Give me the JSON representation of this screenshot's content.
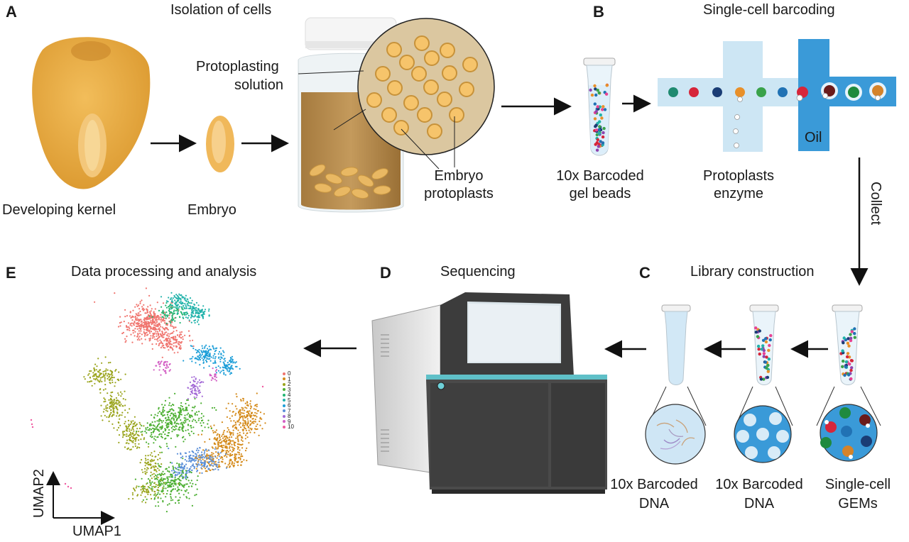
{
  "panels": {
    "a": "A",
    "b": "B",
    "c": "C",
    "d": "D",
    "e": "E"
  },
  "headings": {
    "isolation": "Isolation of cells",
    "barcoding": "Single-cell barcoding",
    "library": "Library construction",
    "sequencing": "Sequencing",
    "analysis": "Data processing and analysis"
  },
  "labels": {
    "kernel": "Developing kernel",
    "embryo": "Embryo",
    "protoplasting_1": "Protoplasting",
    "protoplasting_2": "solution",
    "embryo_protoplasts_1": "Embryo",
    "embryo_protoplasts_2": "protoplasts",
    "gel_beads_1": "10x Barcoded",
    "gel_beads_2": "gel beads",
    "protoplasts_enzyme_1": "Protoplasts",
    "protoplasts_enzyme_2": "enzyme",
    "oil": "Oil",
    "collect": "Collect",
    "dna_a_1": "10x Barcoded",
    "dna_a_2": "DNA",
    "dna_b_1": "10x Barcoded",
    "dna_b_2": "DNA",
    "gems_1": "Single-cell",
    "gems_2": "GEMs",
    "umap1": "UMAP1",
    "umap2": "UMAP2"
  },
  "cluster_legend": {
    "items": [
      "0",
      "1",
      "2",
      "3",
      "4",
      "5",
      "6",
      "7",
      "8",
      "9",
      "10"
    ],
    "colors": [
      "#f0746e",
      "#d48a1a",
      "#9aa41c",
      "#4caf32",
      "#22b573",
      "#20b2aa",
      "#1f9fd8",
      "#5a8fd8",
      "#a36ad6",
      "#d35fc4",
      "#ef5aa0"
    ]
  },
  "colors": {
    "kernel": "#e8a940",
    "jar_liquid": "#b58a4c",
    "protoplast": "#f6c46b",
    "chip_light": "#cde6f4",
    "chip_oil": "#3a9ad8",
    "sequencer_dark": "#444444"
  }
}
